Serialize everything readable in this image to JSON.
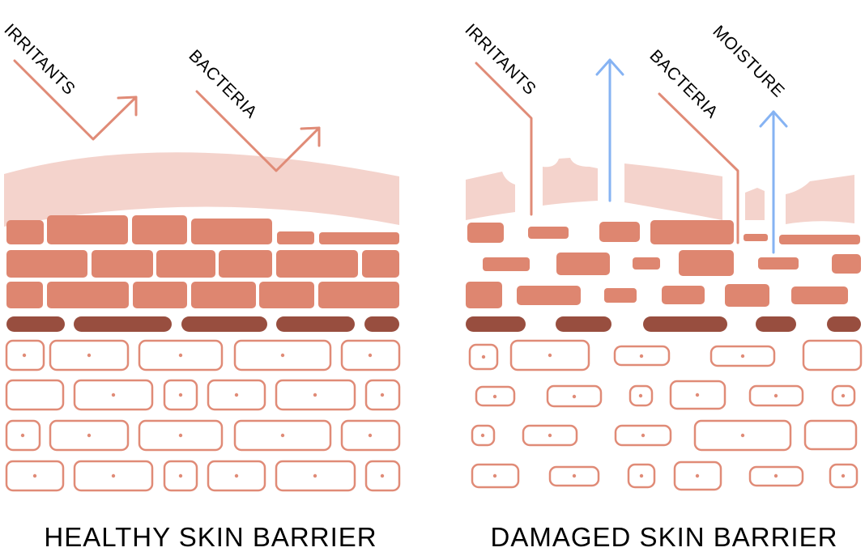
{
  "healthy": {
    "caption": "HEALTHY SKIN BARRIER",
    "labels": {
      "irritants": "IRRITANTS",
      "bacteria": "BACTERIA"
    }
  },
  "damaged": {
    "caption": "DAMAGED SKIN BARRIER",
    "labels": {
      "irritants": "IRRITANTS",
      "bacteria": "BACTERIA",
      "moisture": "MOISTURE"
    }
  },
  "colors": {
    "outer_layer": "#F4D3CC",
    "brick": "#DE8670",
    "dark_band": "#984E3F",
    "cell_outline": "#E08B77",
    "threat_arrow": "#E08B77",
    "moisture_arrow": "#86B3F3",
    "text": "#000000"
  }
}
